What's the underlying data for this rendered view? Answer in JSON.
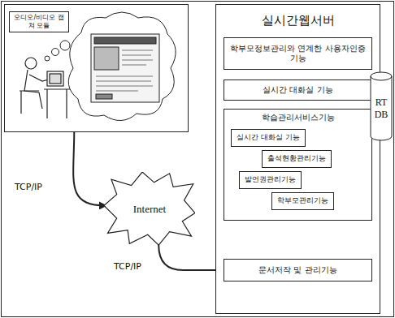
{
  "diagram": {
    "nodes": [
      {
        "text": [
          "오디오/비디오 캡쳐 모듈"
        ]
      },
      {
        "text": [
          "Internet"
        ]
      },
      {
        "text": [
          "실시간웹서버"
        ]
      },
      {
        "text": [
          "학부모정보관리와 연계한 사용자인증기능"
        ],
        "in": 2
      },
      {
        "text": [
          "실시간 대화실 기능"
        ],
        "in": 2
      },
      {
        "text": [
          "학습관리서비스기능"
        ],
        "in": 2
      },
      {
        "text": [
          "실시간 대화실 기능"
        ],
        "in": 5
      },
      {
        "text": [
          "출석현황관리기능"
        ],
        "in": 5
      },
      {
        "text": [
          "발언권관리기능"
        ],
        "in": 5
      },
      {
        "text": [
          "학부모관리기능"
        ],
        "in": 5
      },
      {
        "text": [
          "문서저작 및 관리기능"
        ],
        "in": 2
      },
      {
        "text": [
          "RT DB"
        ]
      }
    ],
    "edges": [
      {
        "from": 0,
        "to": 1,
        "label": "TCP/IP",
        "arrow": "to"
      },
      {
        "from": 1,
        "to": 10,
        "label": "TCP/IP",
        "arrow": "to"
      }
    ]
  }
}
